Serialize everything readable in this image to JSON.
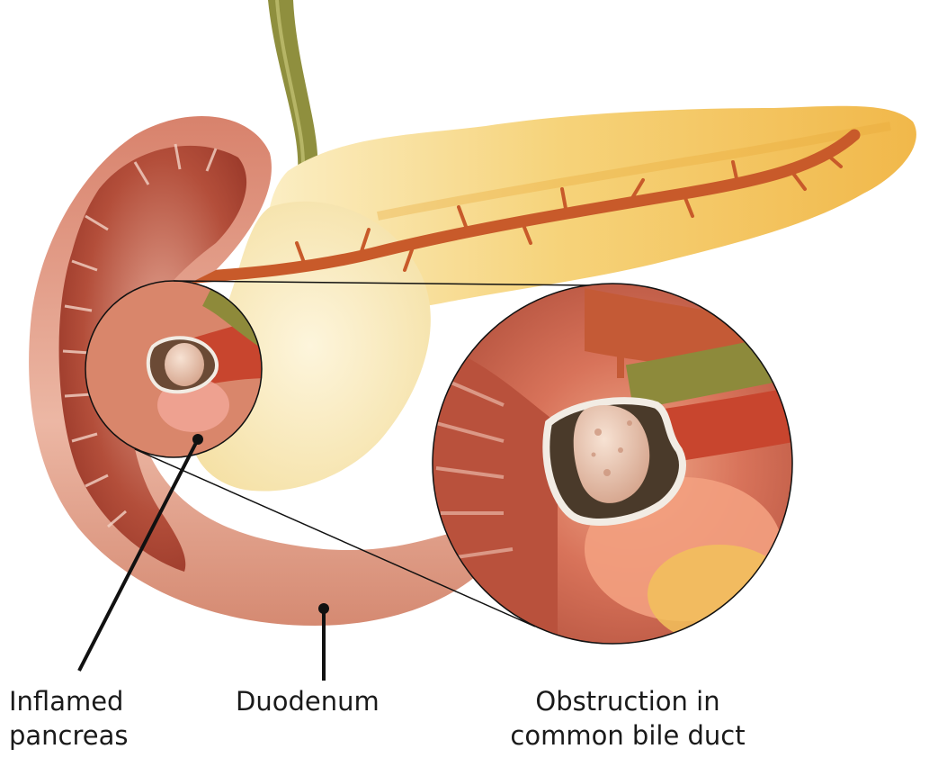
{
  "labels": {
    "inflamed_pancreas": {
      "line1": "Inflamed",
      "line2": "pancreas"
    },
    "duodenum": {
      "line1": "Duodenum"
    },
    "obstruction": {
      "line1": "Obstruction in",
      "line2": "common bile duct"
    }
  },
  "colors": {
    "pancreas": "#f3c35a",
    "pancreas_light": "#fbe7ad",
    "duodenum_outer": "#e29c86",
    "duodenum_inner": "#a8402f",
    "duct": "#c85a2a",
    "bile_duct": "#8a8b3a",
    "stone": "#e9c8b2",
    "leader_line": "#111111"
  }
}
